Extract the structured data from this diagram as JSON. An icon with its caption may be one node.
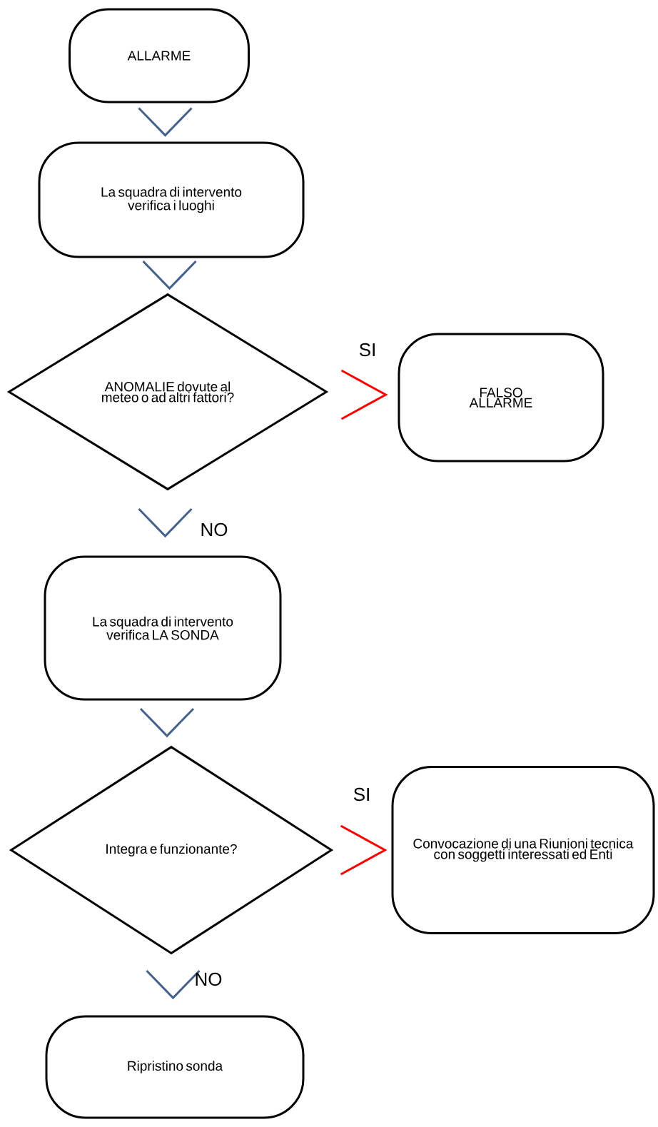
{
  "diagram": {
    "nodes": [
      {
        "text": [
          "ALLARME"
        ]
      },
      {
        "text": [
          "La squadra di intervento verifica i luoghi"
        ]
      },
      {
        "text": [
          "ANOMALIE dovute al meteo o ad altri fattori?"
        ]
      },
      {
        "text": [
          "FALSO ALLARME"
        ]
      },
      {
        "text": [
          "La squadra di intervento verifica LA SONDA"
        ]
      },
      {
        "text": [
          "Integra e funzionante?"
        ]
      },
      {
        "text": [
          "Convocazione di una Riunioni tecnica con soggetti interessati ed Enti"
        ]
      },
      {
        "text": [
          "Ripristino sonda"
        ]
      }
    ],
    "edges": [
      {
        "from": 0,
        "to": 1,
        "arrow": "to"
      },
      {
        "from": 1,
        "to": 2,
        "arrow": "to"
      },
      {
        "from": 2,
        "to": 3,
        "arrow": "to",
        "label": "SI",
        "color": "#ff0000"
      },
      {
        "from": 2,
        "to": 4,
        "arrow": "to",
        "label": "NO"
      },
      {
        "from": 4,
        "to": 5,
        "arrow": "to"
      },
      {
        "from": 5,
        "to": 6,
        "arrow": "to",
        "label": "SI",
        "color": "#ff0000"
      },
      {
        "from": 5,
        "to": 7,
        "arrow": "to",
        "label": "NO"
      }
    ]
  }
}
